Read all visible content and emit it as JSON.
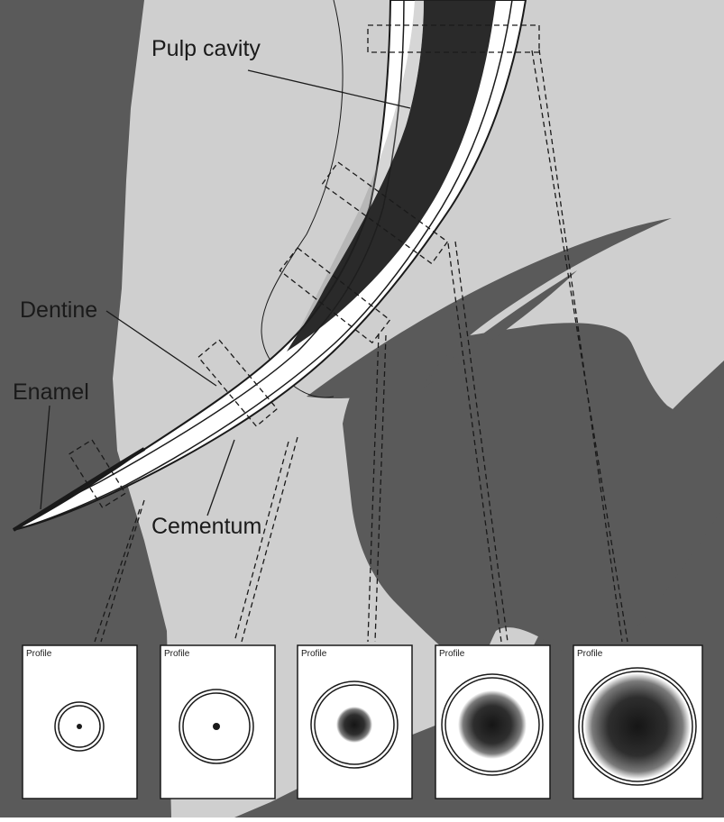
{
  "diagram": {
    "colors": {
      "dark_tissue": "#5a5a5a",
      "light_tissue": "#cfcfcf",
      "pulp": "#1e1e1e",
      "dentine": "#ffffff",
      "outline": "#1a1a1a"
    },
    "labels": {
      "pulp_cavity": "Pulp cavity",
      "dentine": "Dentine",
      "enamel": "Enamel",
      "cementum": "Cementum"
    },
    "profile_panels": [
      {
        "label": "Profile",
        "pulp": "dot"
      },
      {
        "label": "Profile",
        "pulp": "dot"
      },
      {
        "label": "Profile",
        "pulp": "small"
      },
      {
        "label": "Profile",
        "pulp": "medium"
      },
      {
        "label": "Profile",
        "pulp": "large"
      }
    ]
  }
}
